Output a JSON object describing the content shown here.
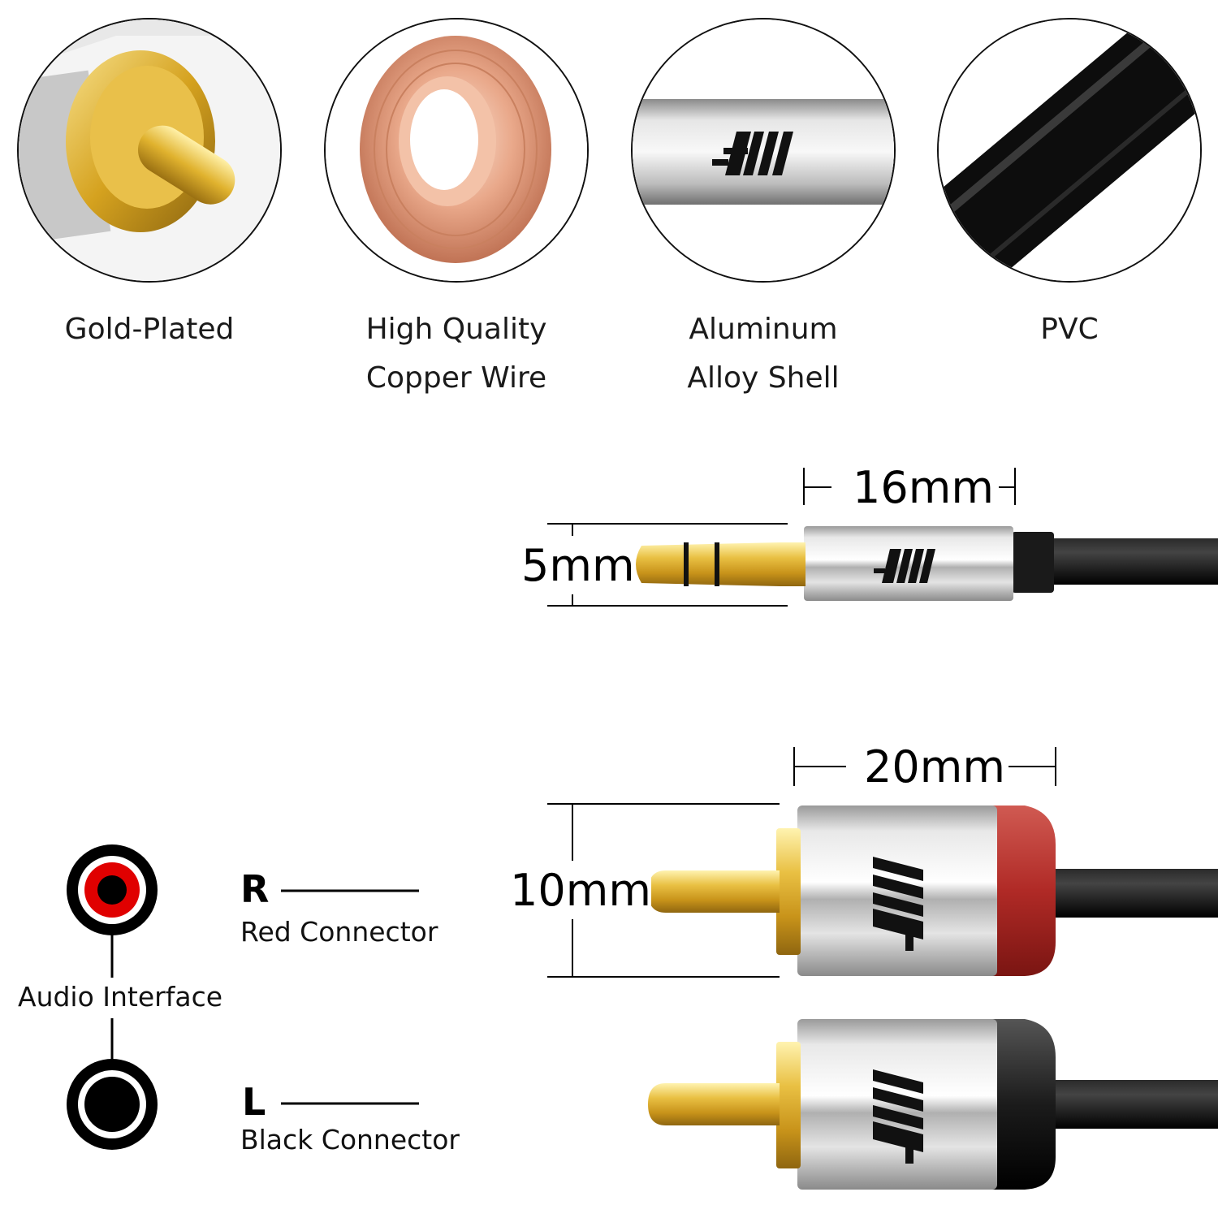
{
  "features": [
    {
      "label_line1": "Gold-Plated",
      "label_line2": "",
      "icon": "gold-pin-icon"
    },
    {
      "label_line1": "High Quality",
      "label_line2": "Copper Wire",
      "icon": "copper-coil-icon"
    },
    {
      "label_line1": "Aluminum",
      "label_line2": "Alloy Shell",
      "icon": "aluminum-shell-icon"
    },
    {
      "label_line1": "PVC",
      "label_line2": "",
      "icon": "pvc-cable-icon"
    }
  ],
  "jack": {
    "width_label": "16mm",
    "diameter_label": "5mm"
  },
  "rca": {
    "width_label": "20mm",
    "diameter_label": "10mm"
  },
  "audio_interface": {
    "label": "Audio Interface",
    "right": {
      "letter": "R",
      "name": "Red Connector",
      "color": "#e00000"
    },
    "left": {
      "letter": "L",
      "name": "Black Connector",
      "color": "#000000"
    }
  },
  "colors": {
    "gold": "#d9a520",
    "silver": "#c9c9c9",
    "red_cap": "#b02a26",
    "black_cap": "#1b1b1b",
    "cable": "#111111"
  }
}
